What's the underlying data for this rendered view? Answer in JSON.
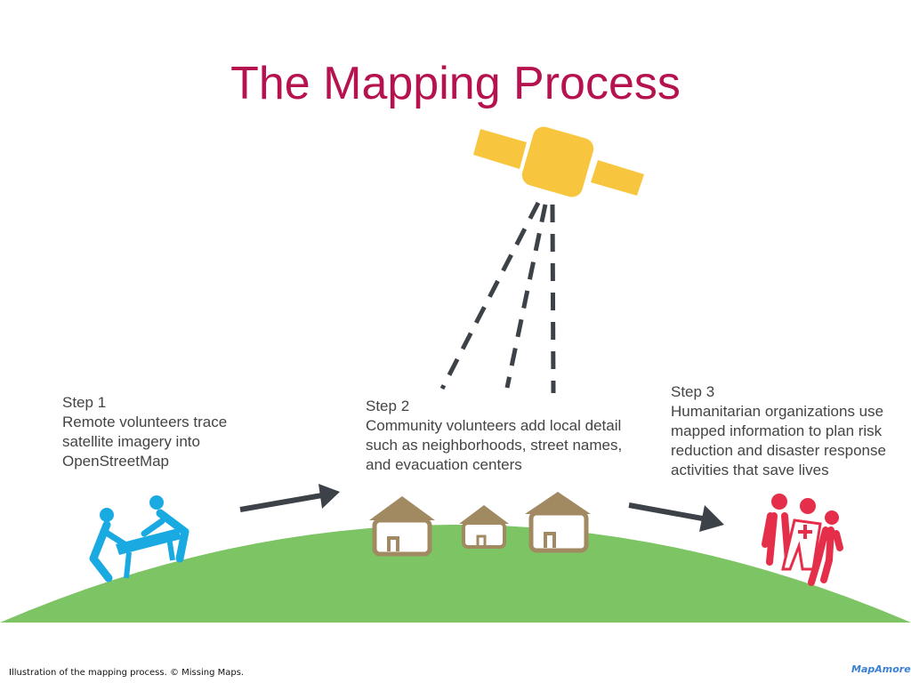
{
  "title": "The Mapping Process",
  "steps": [
    {
      "label": "Step 1",
      "text": "Remote volunteers trace satellite imagery into OpenStreetMap"
    },
    {
      "label": "Step 2",
      "text": "Community volunteers add local detail such as neighborhoods, street names, and evacuation centers"
    },
    {
      "label": "Step 3",
      "text": "Humanitarian organizations use mapped information to plan risk reduction and disaster response activities that save lives"
    }
  ],
  "caption": "Illustration of the mapping process. © Missing Maps.",
  "logo": "MapAmore",
  "icons": {
    "satellite": "satellite-icon",
    "volunteers": "remote-volunteers-icon",
    "huts": "village-huts-icon",
    "responders": "humanitarian-responders-icon",
    "arrow": "arrow-right-icon"
  },
  "colors": {
    "title": "#b5124f",
    "ground": "#7cc464",
    "satellite": "#f8c63e",
    "volunteers": "#1aaae2",
    "responders": "#e52e4a",
    "hut_roof": "#a18a62",
    "arrow": "#3d4249",
    "text": "#444444"
  }
}
